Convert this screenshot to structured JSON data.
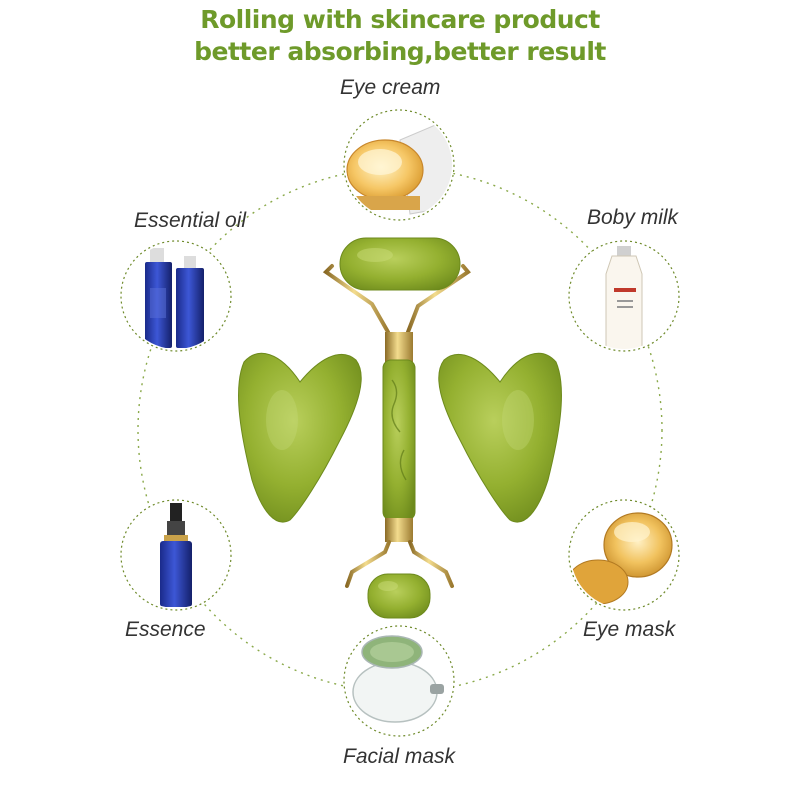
{
  "headline": {
    "line1": "Rolling with skincare product",
    "line2": "better absorbing,better result"
  },
  "products": {
    "eye_cream": "Eye cream",
    "essential_oil": "Essential oil",
    "boby_milk": "Boby milk",
    "essence": "Essence",
    "eye_mask": "Eye mask",
    "facial_mask": "Facial mask"
  },
  "colors": {
    "headline": "#6e9a2a",
    "jade": "#8fae2e",
    "gold": "#c9a24a",
    "ring": "#8aa94a"
  }
}
